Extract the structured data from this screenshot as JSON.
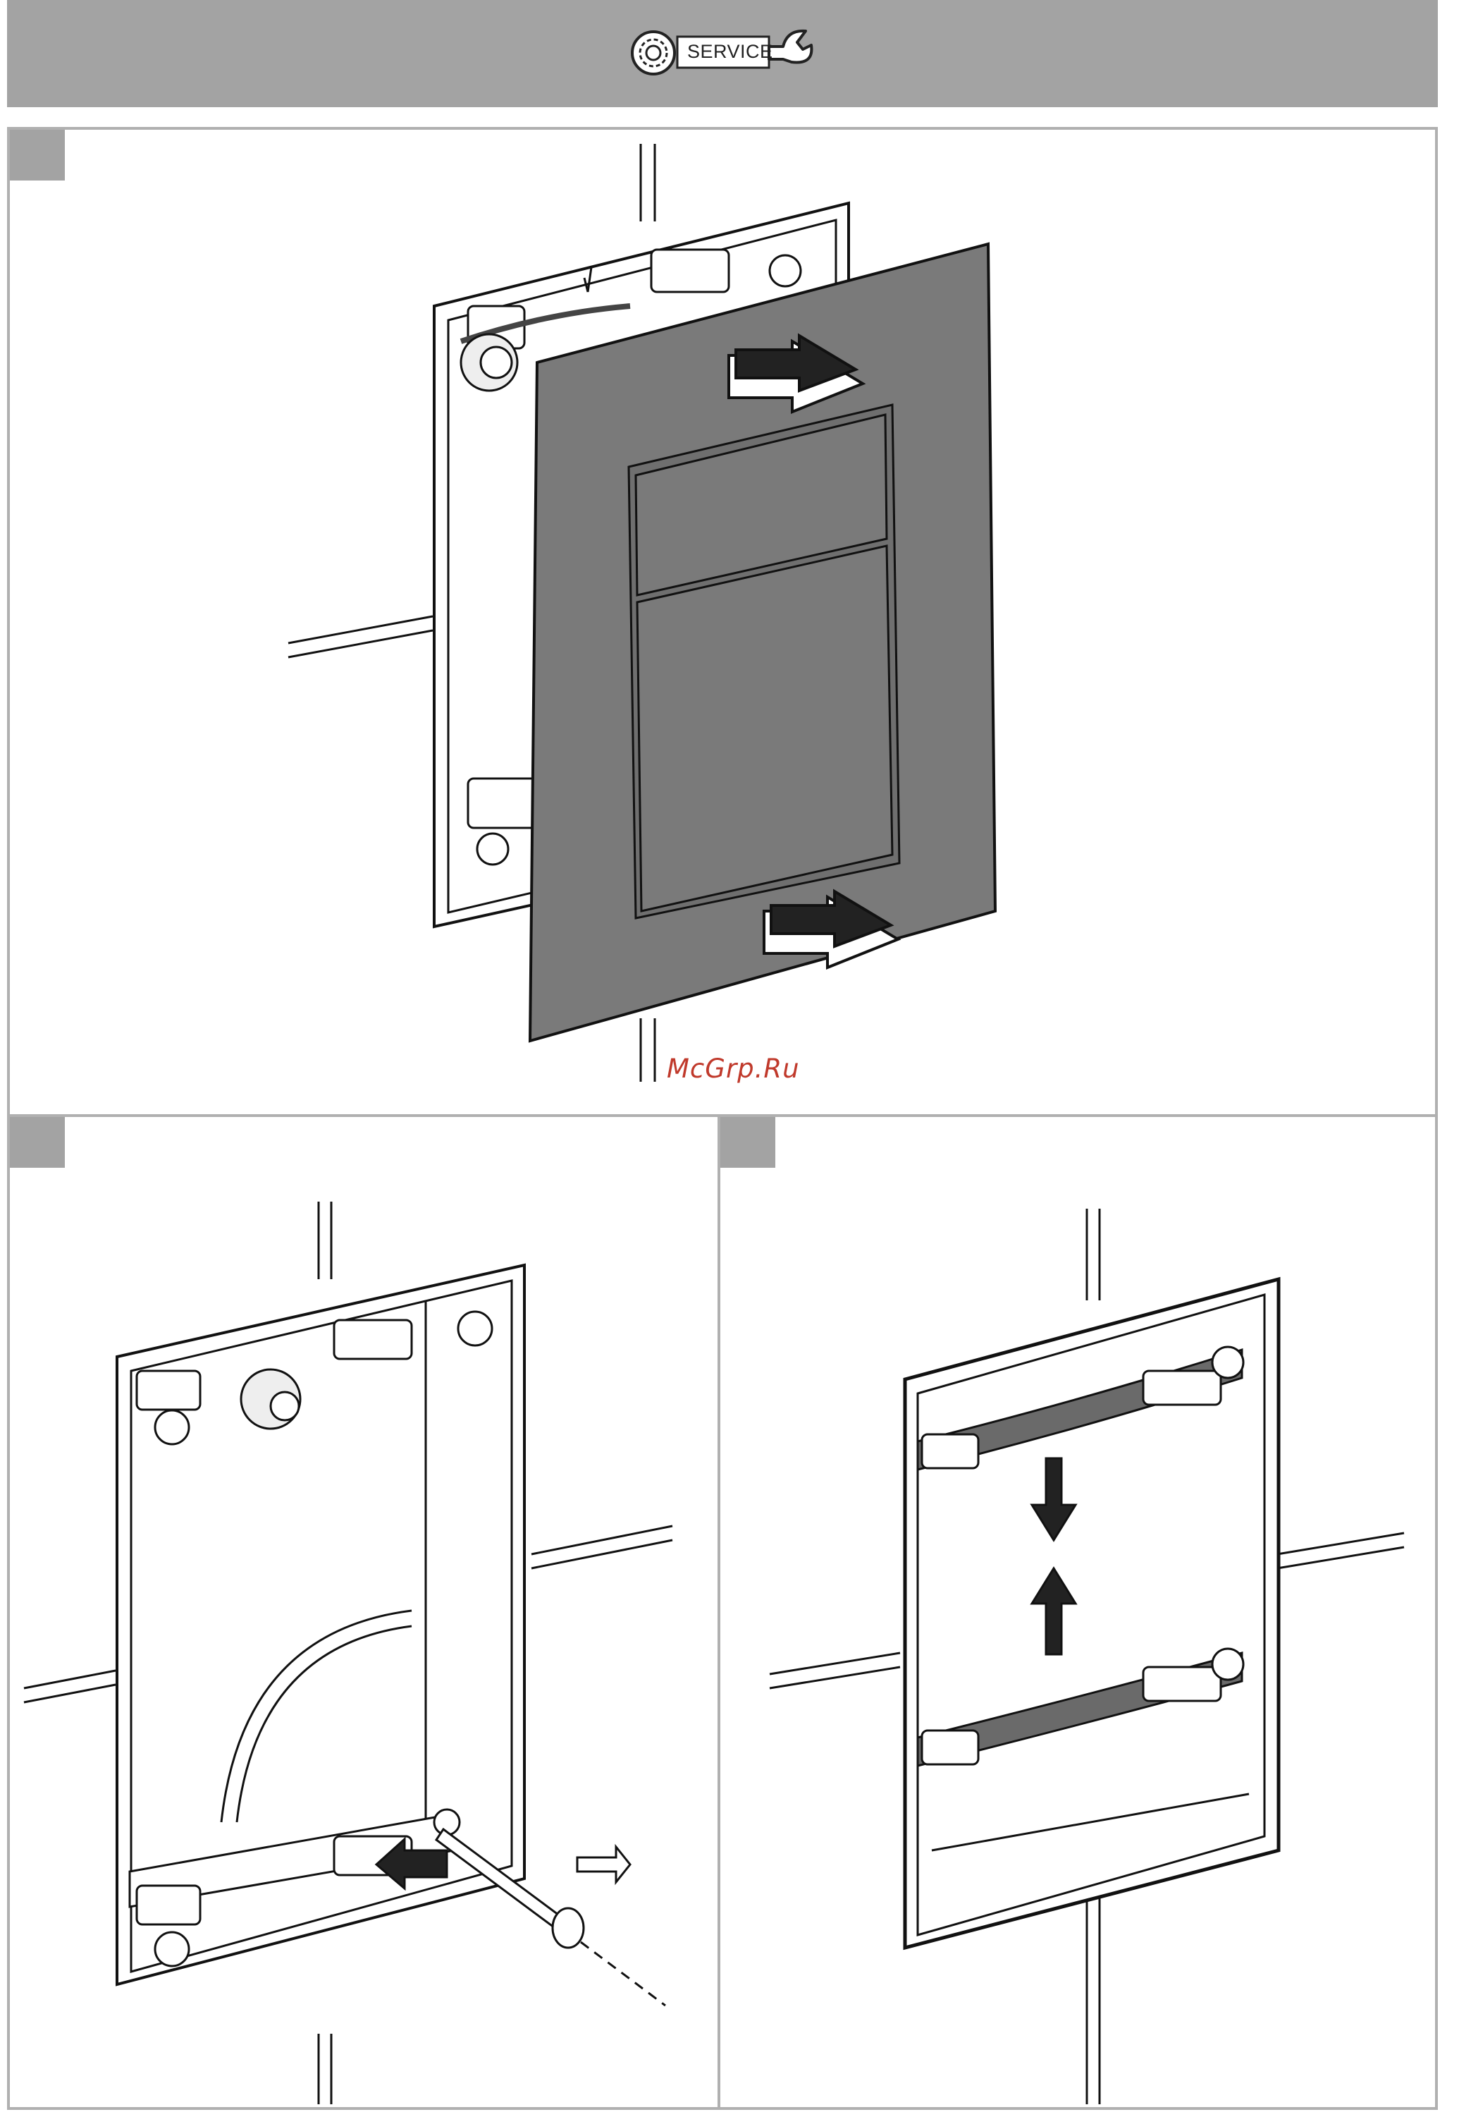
{
  "header": {
    "service_label": "SERVICE",
    "background_color": "#a3a3a3",
    "icons": [
      "gear-icon",
      "wrench-icon"
    ]
  },
  "panels": [
    {
      "id": "step-1",
      "step_label": "",
      "description": ""
    },
    {
      "id": "step-2",
      "step_label": "",
      "description": ""
    },
    {
      "id": "step-3",
      "step_label": "",
      "description": ""
    }
  ],
  "watermark": {
    "text": "McGrp.Ru",
    "color": "#c0392b"
  },
  "colors": {
    "plate": "#7a7a7a",
    "plate_dark": "#5f5f5f",
    "frame": "#ffffff",
    "line": "#111111",
    "tab": "#a3a3a3"
  }
}
